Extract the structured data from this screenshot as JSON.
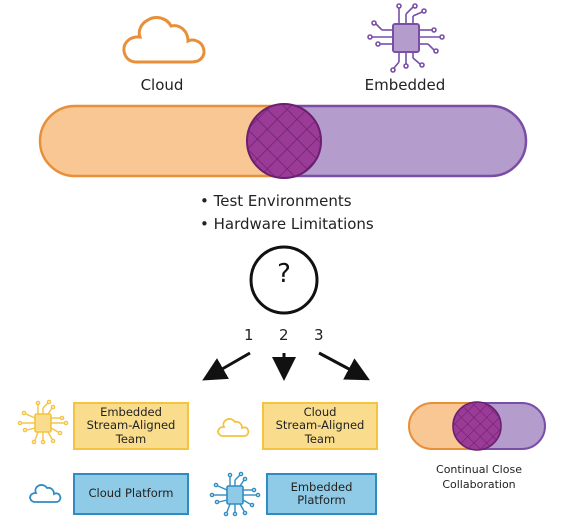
{
  "top": {
    "cloud_label": "Cloud",
    "embedded_label": "Embedded"
  },
  "bullets": [
    "Test Environments",
    "Hardware Limitations"
  ],
  "question_mark": "?",
  "options": [
    "1",
    "2",
    "3"
  ],
  "teams": {
    "option1": {
      "stream_aligned": "Embedded Stream-Aligned Team",
      "stream_aligned_lines": [
        "Embedded",
        "Stream-Aligned",
        "Team"
      ],
      "platform": "Cloud Platform"
    },
    "option2": {
      "stream_aligned": "Cloud Stream-Aligned Team",
      "stream_aligned_lines": [
        "Cloud",
        "Stream-Aligned",
        "Team"
      ],
      "platform": "Embedded Platform"
    },
    "option3": {
      "caption_lines": [
        "Continual Close",
        "Collaboration"
      ]
    }
  },
  "icons": [
    "cloud-icon",
    "chip-icon"
  ],
  "colors": {
    "cloud_fill": "#f9c793",
    "cloud_stroke": "#e88f3a",
    "embedded_fill": "#b49ccd",
    "embedded_stroke": "#7a4ea6",
    "overlap_fill": "#9a3b97",
    "overlap_stroke": "#6b1f6e",
    "yellow_box_fill": "#f9dc8c",
    "yellow_stroke": "#f3c341",
    "blue_box_fill": "#8fcbe6",
    "blue_stroke": "#2f8cc2"
  }
}
